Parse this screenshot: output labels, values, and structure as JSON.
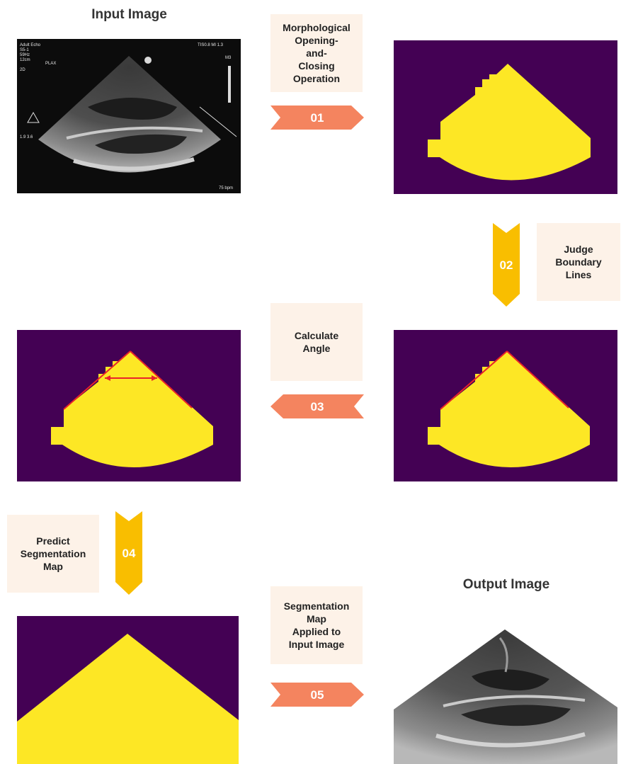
{
  "headings": {
    "input": "Input Image",
    "output": "Output Image"
  },
  "steps": [
    {
      "number": "01",
      "label": "Morphological\nOpening-\nand-\nClosing\nOperation",
      "direction": "right"
    },
    {
      "number": "02",
      "label": "Judge\nBoundary\nLines",
      "direction": "down"
    },
    {
      "number": "03",
      "label": "Calculate\nAngle",
      "direction": "left"
    },
    {
      "number": "04",
      "label": "Predict\nSegmentation\nMap",
      "direction": "down"
    },
    {
      "number": "05",
      "label": "Segmentation\nMap\nApplied to\nInput Image",
      "direction": "right"
    }
  ],
  "echo_overlay": {
    "top_left": [
      "Adult Echo",
      "S5-1",
      "59Hz",
      "12cm",
      "2D"
    ],
    "view": "PLAX",
    "top_right": "TIS0.8   MI 1.3",
    "scale_label": "M3",
    "bottom_left": "1.9   3.6",
    "heart_rate": "75 bpm"
  },
  "colors": {
    "mask_background": "#440154",
    "mask_foreground": "#fde725",
    "boundary_line": "#e8232a",
    "arrow_horizontal": "#f4845f",
    "arrow_vertical": "#f9be00",
    "note_background": "#fdf2e8"
  },
  "icons": [
    "ultrasound-image",
    "binary-mask",
    "boundary-overlay",
    "angle-measure",
    "segmentation-map",
    "masked-ultrasound"
  ]
}
